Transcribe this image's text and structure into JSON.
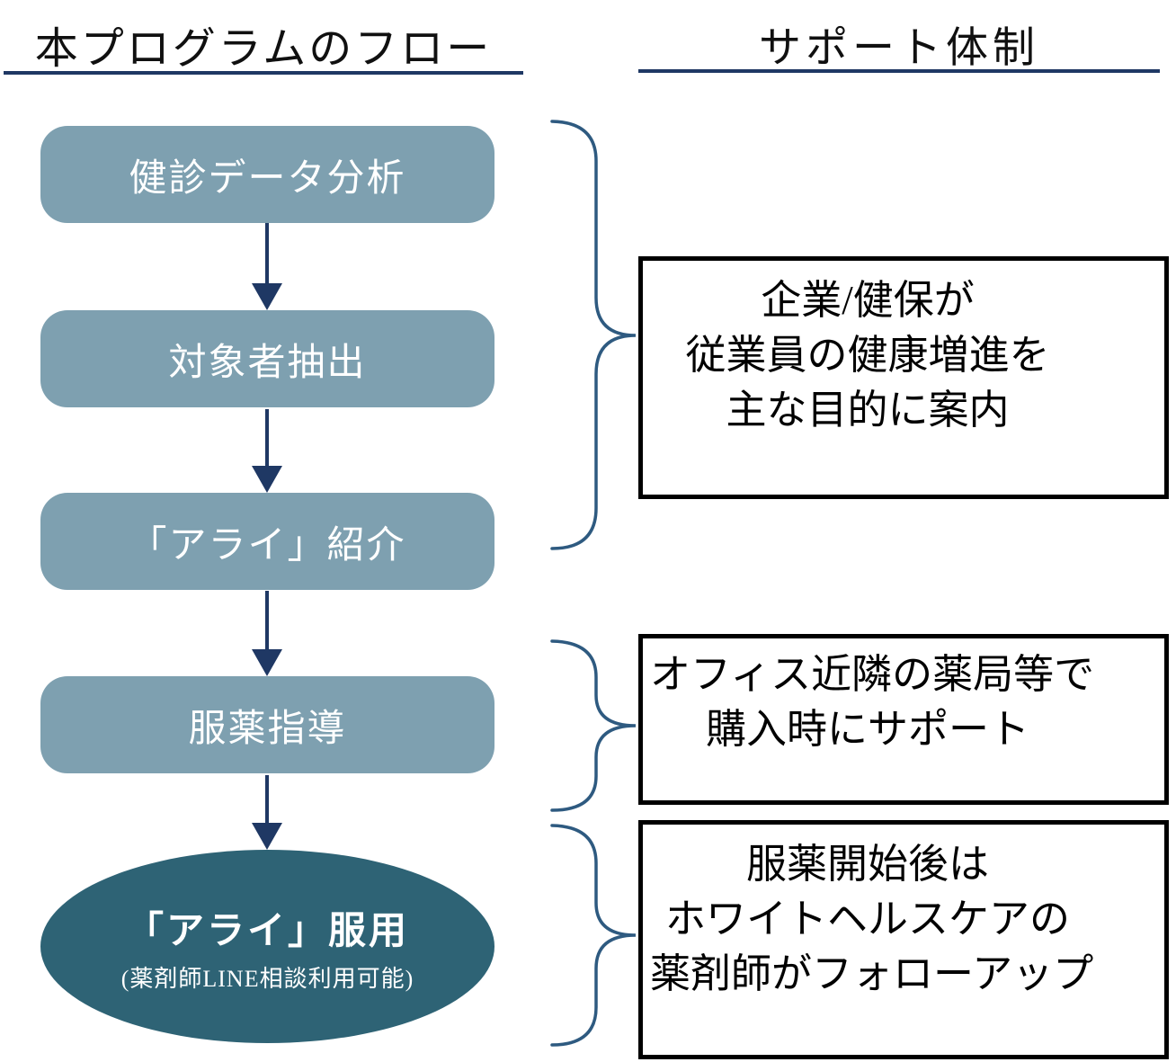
{
  "titles": {
    "left": "本プログラムのフロー",
    "right": "サポート体制"
  },
  "flow": {
    "steps": [
      "健診データ分析",
      "対象者抽出",
      "「アライ」紹介",
      "服薬指導"
    ],
    "final": {
      "main": "「アライ」服用",
      "sub": "(薬剤師LINE相談利用可能)"
    }
  },
  "supports": [
    {
      "lines": [
        "企業/健保が",
        "従業員の健康増進を",
        "主な目的に案内"
      ]
    },
    {
      "lines": [
        "オフィス近隣の薬局等で",
        "購入時にサポート"
      ]
    },
    {
      "lines": [
        "服薬開始後は",
        "ホワイトヘルスケアの",
        "薬剤師がフォローアップ"
      ]
    }
  ],
  "colors": {
    "step_fill": "#7EA0B0",
    "final_fill": "#2E6375",
    "arrow": "#1F3864",
    "brace": "#2E5A80",
    "underline": "#1F3864",
    "box_border": "#000000",
    "step_text": "#FFFFFF",
    "support_text": "#000000",
    "title_text": "#101010"
  }
}
